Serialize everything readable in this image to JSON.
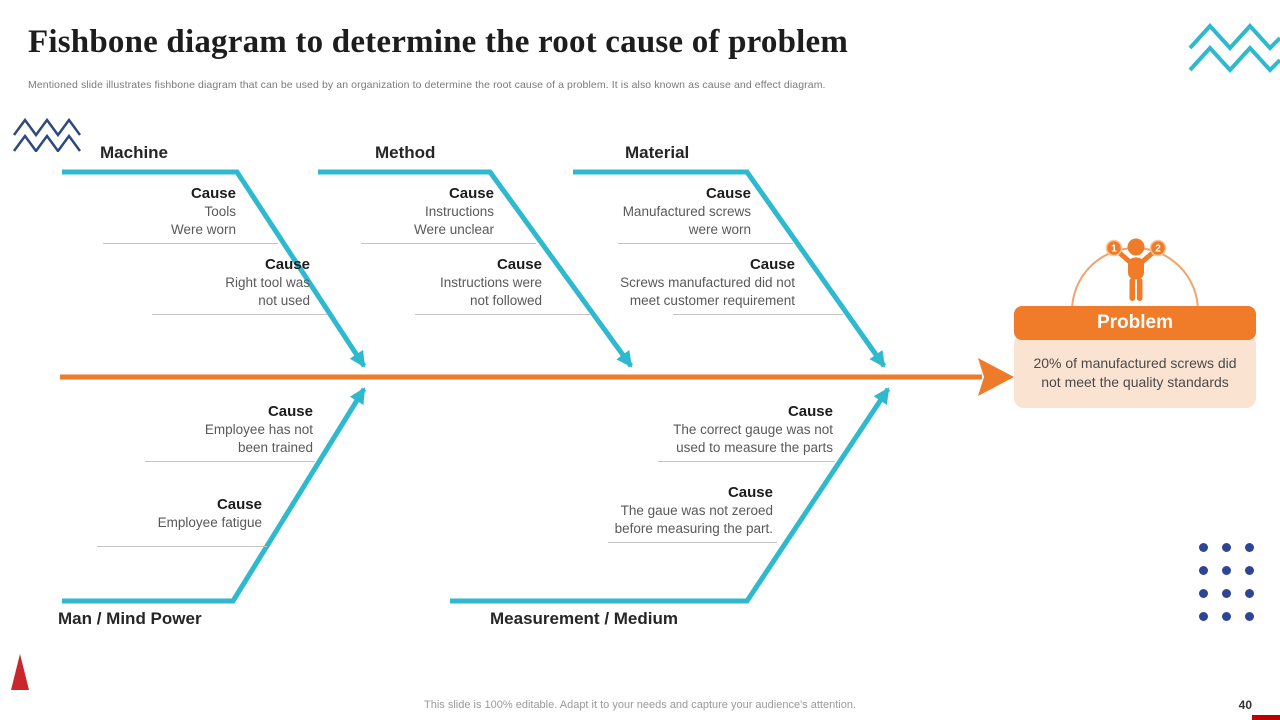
{
  "slide": {
    "title": "Fishbone diagram to determine the root cause of problem",
    "subtitle": "Mentioned slide illustrates fishbone diagram that can be used by an organization to determine the root cause of a problem. It is also known as cause and effect diagram.",
    "footer_note": "This slide is 100% editable. Adapt it to your needs and capture your audience's attention.",
    "page_number": "40"
  },
  "colors": {
    "teal_branch": "#2fb9cf",
    "orange_spine": "#ee7b2b",
    "problem_header": "#f07b28",
    "problem_body_bg": "#fbe3d2",
    "navy_decoration": "#2e4a7d",
    "dots_blue": "#2e4596",
    "triangle_red": "#c8282b",
    "page_bar_red": "#c00000",
    "cause_text_gray": "#595959"
  },
  "diagram": {
    "problem": {
      "label": "Problem",
      "description": "20% of manufactured screws did not meet the quality standards",
      "badge1": "1",
      "badge2": "2"
    },
    "branches": [
      {
        "name": "Machine",
        "causes": [
          {
            "label": "Cause",
            "lines": [
              "Tools",
              "Were worn"
            ]
          },
          {
            "label": "Cause",
            "lines": [
              "Right tool was",
              "not used"
            ]
          }
        ]
      },
      {
        "name": "Method",
        "causes": [
          {
            "label": "Cause",
            "lines": [
              "Instructions",
              "Were unclear"
            ]
          },
          {
            "label": "Cause",
            "lines": [
              "Instructions were",
              "not followed"
            ]
          }
        ]
      },
      {
        "name": "Material",
        "causes": [
          {
            "label": "Cause",
            "lines": [
              "Manufactured screws",
              "were worn"
            ]
          },
          {
            "label": "Cause",
            "lines": [
              "Screws manufactured did not",
              "meet customer requirement"
            ]
          }
        ]
      },
      {
        "name": "Man / Mind Power",
        "causes": [
          {
            "label": "Cause",
            "lines": [
              "Employee has not",
              "been trained"
            ]
          },
          {
            "label": "Cause",
            "lines": [
              "Employee fatigue"
            ]
          }
        ]
      },
      {
        "name": "Measurement / Medium",
        "causes": [
          {
            "label": "Cause",
            "lines": [
              "The correct gauge was not",
              "used to measure the parts"
            ]
          },
          {
            "label": "Cause",
            "lines": [
              "The gaue was not zeroed",
              "before measuring the part."
            ]
          }
        ]
      }
    ]
  }
}
